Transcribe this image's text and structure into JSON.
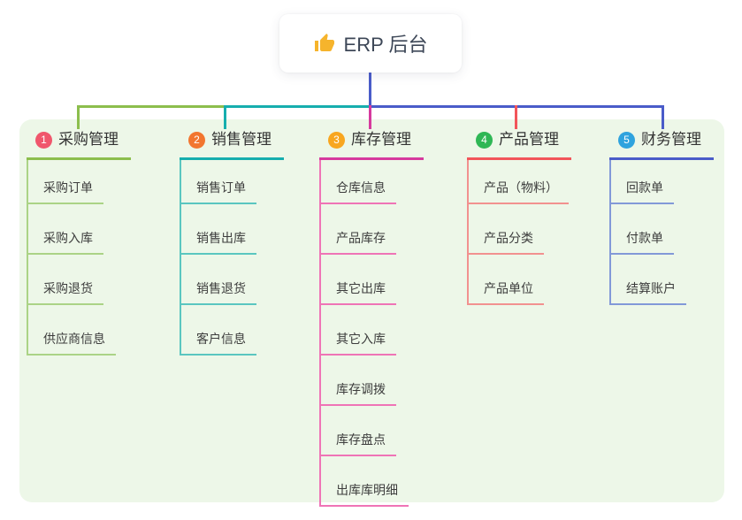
{
  "root": {
    "title": "ERP 后台",
    "icon": "thumbs-up-icon",
    "connector_color": "#4a5cc9"
  },
  "panel": {
    "background": "#edf7e8"
  },
  "branches": [
    {
      "badge": "1",
      "badge_color": "#f0566c",
      "label": "采购管理",
      "line_color": "#8cbe4d",
      "child_line_color": "#abd386",
      "children": [
        "采购订单",
        "采购入库",
        "采购退货",
        "供应商信息"
      ]
    },
    {
      "badge": "2",
      "badge_color": "#f2762f",
      "label": "销售管理",
      "line_color": "#16aeae",
      "child_line_color": "#5ac6c0",
      "children": [
        "销售订单",
        "销售出库",
        "销售退货",
        "客户信息"
      ]
    },
    {
      "badge": "3",
      "badge_color": "#f8a61f",
      "label": "库存管理",
      "line_color": "#d63a9e",
      "child_line_color": "#ef74b6",
      "children": [
        "仓库信息",
        "产品库存",
        "其它出库",
        "其它入库",
        "库存调拨",
        "库存盘点",
        "出库库明细"
      ]
    },
    {
      "badge": "4",
      "badge_color": "#2fb755",
      "label": "产品管理",
      "line_color": "#f2555a",
      "child_line_color": "#f2918f",
      "children": [
        "产品（物料）",
        "产品分类",
        "产品单位"
      ]
    },
    {
      "badge": "5",
      "badge_color": "#2fa3de",
      "label": "财务管理",
      "line_color": "#4a5cc9",
      "child_line_color": "#8299d8",
      "children": [
        "回款单",
        "付款单",
        "结算账户"
      ]
    }
  ]
}
